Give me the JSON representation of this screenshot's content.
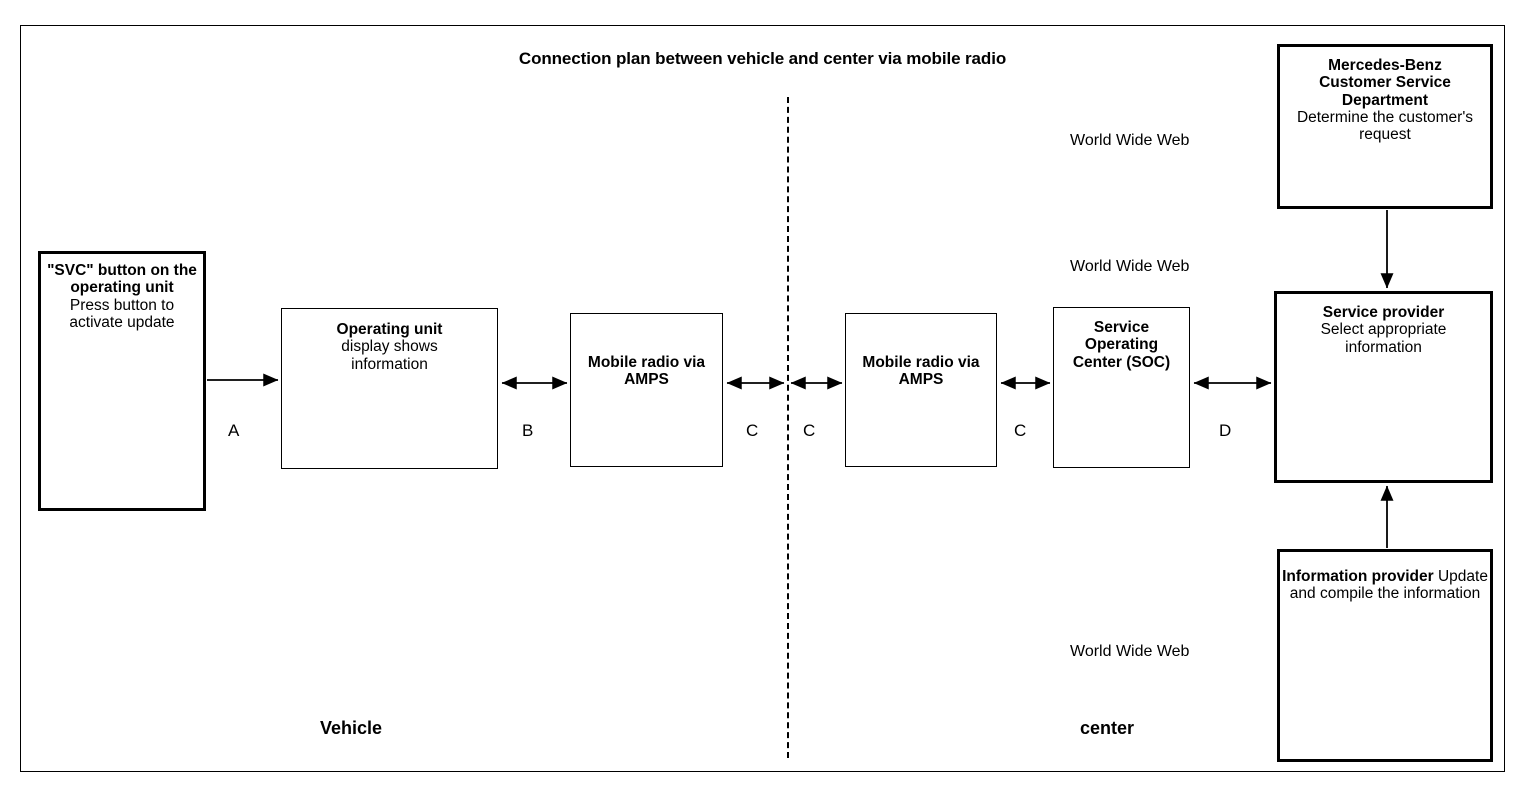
{
  "diagram": {
    "title": "Connection plan between vehicle and center via mobile radio",
    "section_labels": {
      "left": "Vehicle",
      "right": "center"
    },
    "network_labels": [
      "World Wide Web",
      "World Wide Web",
      "World Wide Web"
    ],
    "boxes": {
      "svc_button": {
        "heading": "\"SVC\" button on the operating unit",
        "body": "Press button to activate update",
        "emphasis": "thick"
      },
      "operating_unit": {
        "heading": "Operating unit",
        "body": "display shows information",
        "emphasis": "thin"
      },
      "mobile_radio_vehicle": {
        "heading": "Mobile radio via AMPS",
        "body": "",
        "emphasis": "thin"
      },
      "mobile_radio_center": {
        "heading": "Mobile radio via AMPS",
        "body": "",
        "emphasis": "thin"
      },
      "soc": {
        "heading": "Service Operating Center (SOC)",
        "body": "",
        "emphasis": "thin"
      },
      "service_provider": {
        "heading": "Service provider",
        "body": "Select appropriate information",
        "emphasis": "thick"
      },
      "mercedes_customer_service": {
        "heading": "Mercedes-Benz Customer Service Department",
        "body": "Determine the customer's request",
        "emphasis": "thick"
      },
      "information_provider": {
        "heading": "Information provider",
        "body": "Update and compile the information",
        "emphasis": "thick"
      }
    },
    "connection_letters": {
      "a": "A",
      "b": "B",
      "c_vehicle_side": "C",
      "c_center_side": "C",
      "c_soc": "C",
      "d": "D"
    },
    "colors": {
      "stroke": "#000000",
      "background": "#ffffff",
      "text": "#000000"
    }
  }
}
